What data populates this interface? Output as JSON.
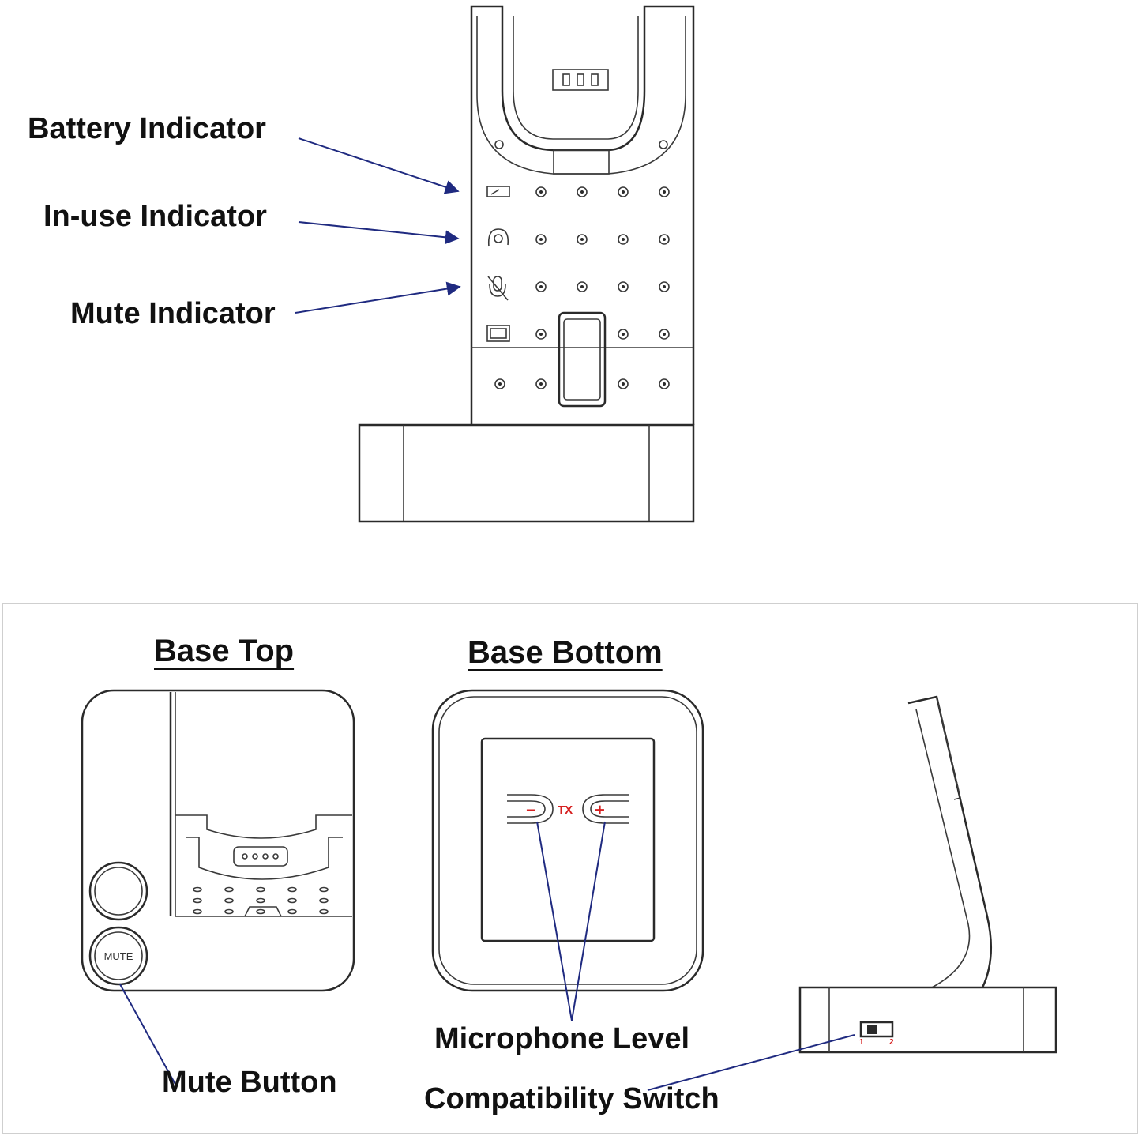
{
  "top_labels": {
    "battery": "Battery Indicator",
    "in_use": "In-use Indicator",
    "mute": "Mute Indicator"
  },
  "bottom_headings": {
    "base_top": "Base Top",
    "base_bottom": "Base Bottom"
  },
  "bottom_labels": {
    "mute_button": "Mute Button",
    "microphone_level": "Microphone Level",
    "compatibility_switch": "Compatibility Switch"
  },
  "device_markings": {
    "mute_key": "MUTE",
    "tx": "TX",
    "minus": "−",
    "plus": "+",
    "switch_pos_1": "1",
    "switch_pos_2": "2"
  },
  "colors": {
    "arrow": "#1f2a80",
    "marking": "#d62020",
    "line": "#2a2a2a"
  }
}
